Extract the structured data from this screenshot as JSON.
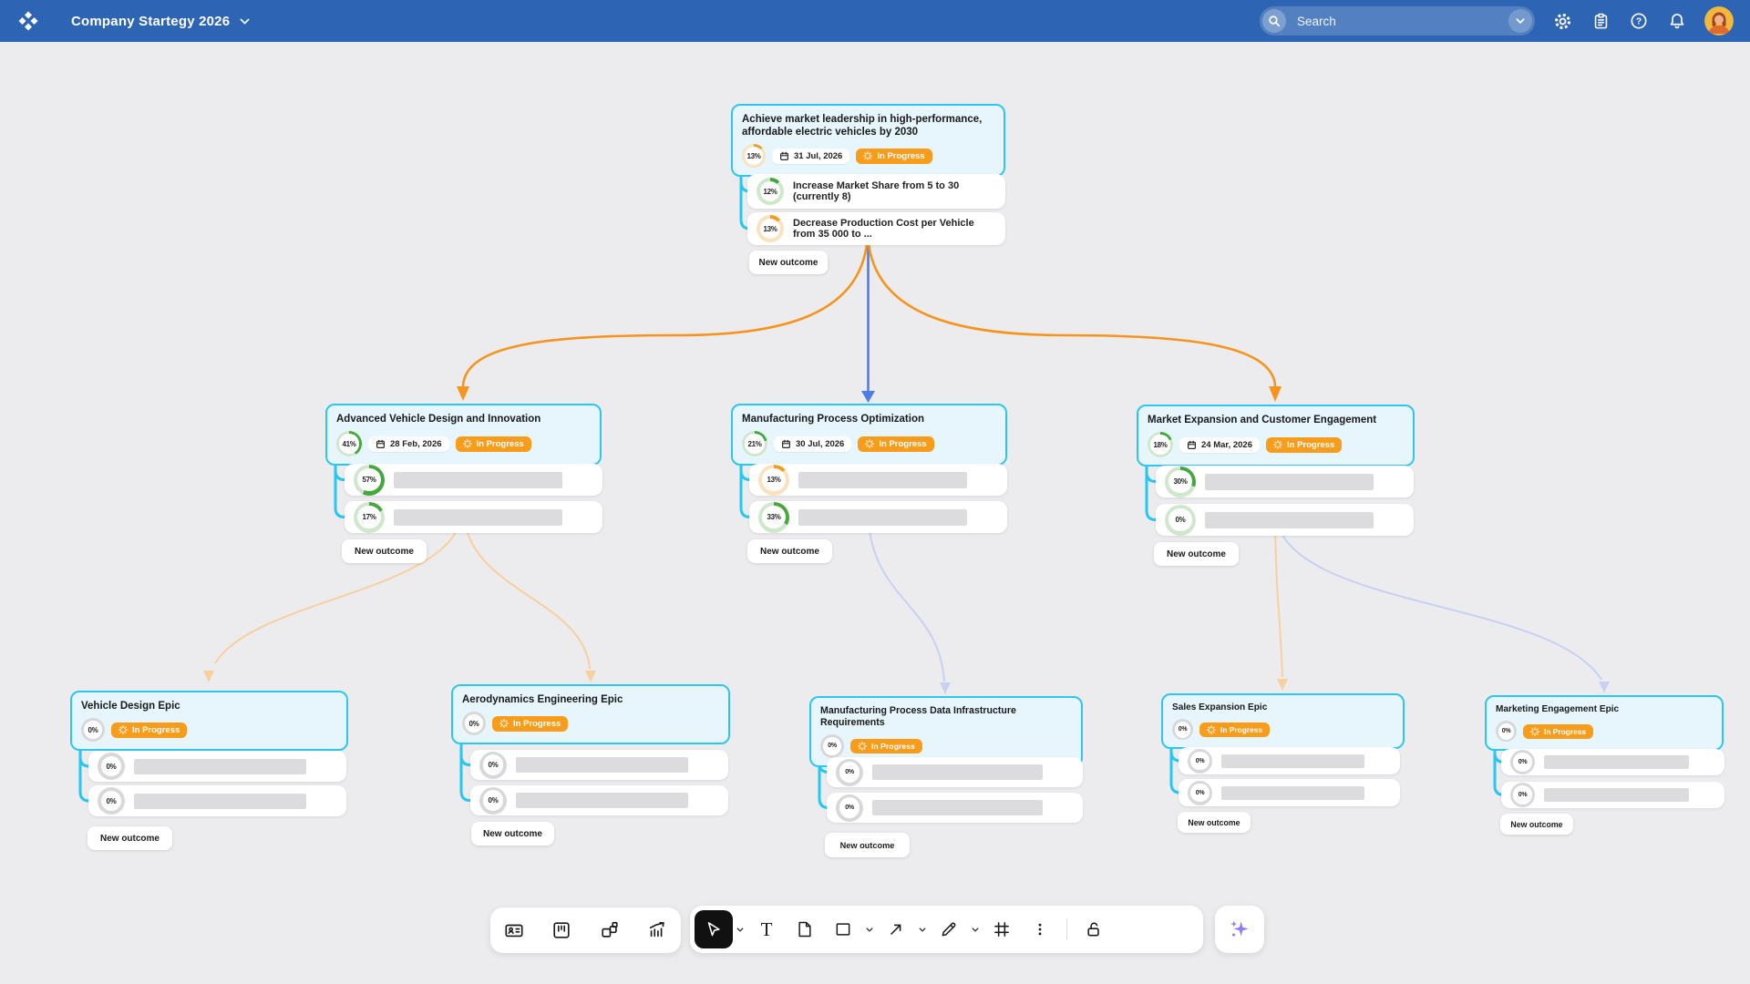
{
  "topbar": {
    "title": "Company Startegy 2026",
    "logo_icon": "diamond-logo-icon",
    "search": {
      "placeholder": "Search",
      "left_icon": "search-icon",
      "right_icon": "chevron-down-icon"
    },
    "action_icons": [
      "settings-icon",
      "clipboard-icon",
      "help-icon",
      "notifications-icon"
    ],
    "avatar": "user-avatar",
    "colors": {
      "bar": "#2d64b4"
    }
  },
  "canvas": {
    "colors": {
      "background": "#ececee",
      "card_fill": "#e7f6fd",
      "card_border": "#2cc6f3",
      "status_badge": "#f89c1c",
      "connector_orange": "#f7941e",
      "connector_blue": "#4d7ce8",
      "connector_faded_orange": "#f8d0a0",
      "connector_lavender": "#c7d1f2",
      "outcome_link_cyan": "#25c7f4",
      "ring_green": "#44a83c",
      "ring_orange": "#f59c20"
    },
    "nodes": [
      {
        "id": "root",
        "title": "Achieve market leadership in high-performance, affordable electric vehicles by 2030",
        "progress": "13%",
        "progress_color": "orange",
        "date": "31 Jul, 2026",
        "status": "In Progress",
        "outcomes": [
          {
            "progress": "12%",
            "color": "green",
            "text": "Increase Market Share from 5 to 30 (currently 8)"
          },
          {
            "progress": "13%",
            "color": "orange",
            "text": "Decrease Production Cost per Vehicle from 35 000 to ..."
          }
        ],
        "new_outcome": "New outcome"
      },
      {
        "id": "advanced",
        "title": "Advanced Vehicle Design and Innovation",
        "progress": "41%",
        "progress_color": "green",
        "date": "28 Feb, 2026",
        "status": "In Progress",
        "outcomes": [
          {
            "progress": "57%",
            "color": "green",
            "text": ""
          },
          {
            "progress": "17%",
            "color": "green",
            "text": ""
          }
        ],
        "new_outcome": "New outcome"
      },
      {
        "id": "manufacturing",
        "title": "Manufacturing Process Optimization",
        "progress": "21%",
        "progress_color": "green",
        "date": "30 Jul, 2026",
        "status": "In Progress",
        "outcomes": [
          {
            "progress": "13%",
            "color": "orange",
            "text": ""
          },
          {
            "progress": "33%",
            "color": "green",
            "text": ""
          }
        ],
        "new_outcome": "New outcome"
      },
      {
        "id": "market",
        "title": "Market Expansion and Customer Engagement",
        "progress": "18%",
        "progress_color": "green",
        "date": "24 Mar, 2026",
        "status": "In Progress",
        "outcomes": [
          {
            "progress": "30%",
            "color": "green",
            "text": ""
          },
          {
            "progress": "0%",
            "color": "green",
            "text": ""
          }
        ],
        "new_outcome": "New outcome"
      },
      {
        "id": "vehicle",
        "title": "Vehicle Design Epic",
        "progress": "0%",
        "progress_color": "gray",
        "date": null,
        "status": "In Progress",
        "outcomes": [
          {
            "progress": "0%",
            "color": "gray",
            "text": ""
          },
          {
            "progress": "0%",
            "color": "gray",
            "text": ""
          }
        ],
        "new_outcome": "New outcome"
      },
      {
        "id": "aero",
        "title": "Aerodynamics Engineering Epic",
        "progress": "0%",
        "progress_color": "gray",
        "date": null,
        "status": "In Progress",
        "outcomes": [
          {
            "progress": "0%",
            "color": "gray",
            "text": ""
          },
          {
            "progress": "0%",
            "color": "gray",
            "text": ""
          }
        ],
        "new_outcome": "New outcome"
      },
      {
        "id": "mpdir",
        "title": "Manufacturing Process Data Infrastructure Requirements",
        "progress": "0%",
        "progress_color": "gray",
        "date": null,
        "status": "In Progress",
        "outcomes": [
          {
            "progress": "0%",
            "color": "gray",
            "text": ""
          },
          {
            "progress": "0%",
            "color": "gray",
            "text": ""
          }
        ],
        "new_outcome": "New outcome"
      },
      {
        "id": "sales",
        "title": "Sales Expansion Epic",
        "progress": "0%",
        "progress_color": "gray",
        "date": null,
        "status": "In Progress",
        "outcomes": [
          {
            "progress": "0%",
            "color": "gray",
            "text": ""
          },
          {
            "progress": "0%",
            "color": "gray",
            "text": ""
          }
        ],
        "new_outcome": "New outcome"
      },
      {
        "id": "marketing",
        "title": "Marketing Engagement Epic",
        "progress": "0%",
        "progress_color": "gray",
        "date": null,
        "status": "In Progress",
        "outcomes": [
          {
            "progress": "0%",
            "color": "gray",
            "text": ""
          },
          {
            "progress": "0%",
            "color": "gray",
            "text": ""
          }
        ],
        "new_outcome": "New outcome"
      }
    ]
  },
  "toolbar": {
    "left_tools": [
      "card-icon",
      "kanban-icon",
      "widgets-icon",
      "chart-icon"
    ],
    "main_tools": [
      "cursor-tool",
      "text-tool",
      "document-tool",
      "shape-tool",
      "arrow-tool",
      "pencil-tool",
      "frame-tool",
      "more-tool",
      "lock-tool"
    ],
    "active_tool": "cursor-tool",
    "text_tool_glyph": "T",
    "ai_button": "ai-sparkles-icon"
  }
}
